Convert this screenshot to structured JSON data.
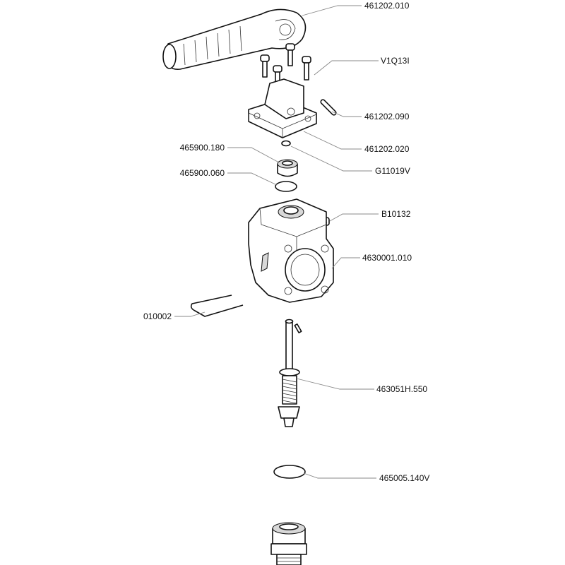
{
  "diagram": {
    "parts": [
      {
        "id": "handle",
        "code": "461202.010"
      },
      {
        "id": "screws",
        "code": "V1Q13I"
      },
      {
        "id": "pin",
        "code": "461202.090"
      },
      {
        "id": "bracket",
        "code": "461202.020"
      },
      {
        "id": "small-oring",
        "code": "G11019V"
      },
      {
        "id": "cap",
        "code": "465900.180"
      },
      {
        "id": "cap-oring",
        "code": "465900.060"
      },
      {
        "id": "plug",
        "code": "B10132"
      },
      {
        "id": "valve-body",
        "code": "4630001.010"
      },
      {
        "id": "clip",
        "code": "010002"
      },
      {
        "id": "stem",
        "code": "463051H.550"
      },
      {
        "id": "bottom-oring",
        "code": "465005.140V"
      }
    ]
  }
}
